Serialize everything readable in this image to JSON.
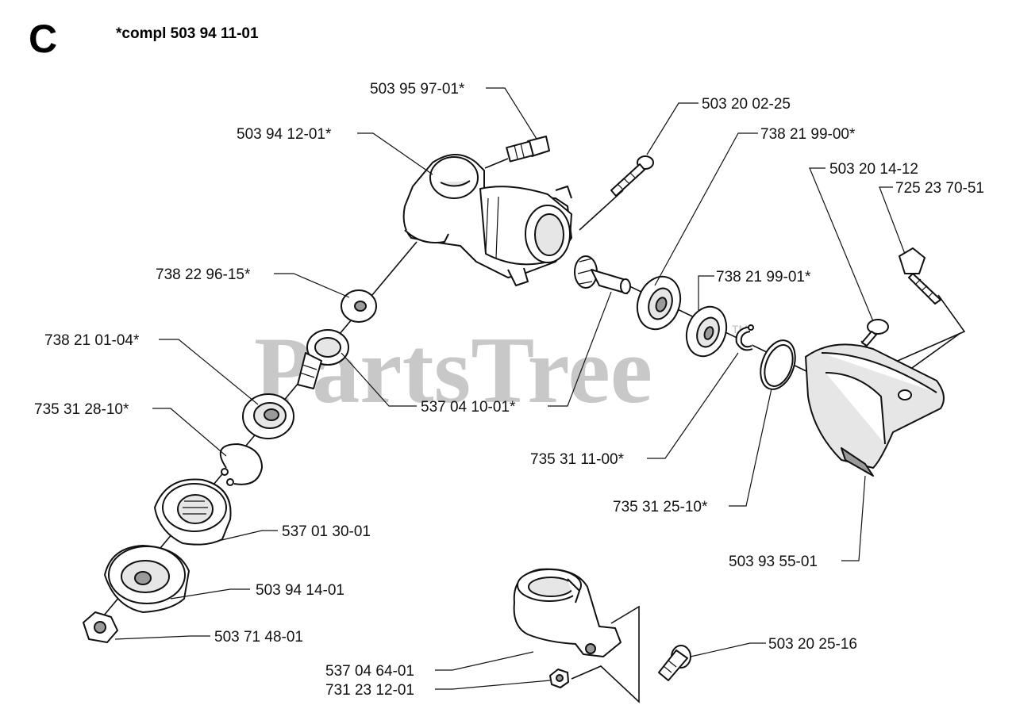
{
  "header": {
    "section": "C",
    "title": "*compl 503 94 11-01"
  },
  "watermark": {
    "text": "PartsTree",
    "trademark": "TM"
  },
  "parts": [
    {
      "id": "p01",
      "number": "503 95 97-01*"
    },
    {
      "id": "p02",
      "number": "503 20 02-25"
    },
    {
      "id": "p03",
      "number": "503 94 12-01*"
    },
    {
      "id": "p04",
      "number": "738 21 99-00*"
    },
    {
      "id": "p05",
      "number": "503 20 14-12"
    },
    {
      "id": "p06",
      "number": "725 23 70-51"
    },
    {
      "id": "p07",
      "number": "738 22 96-15*"
    },
    {
      "id": "p08",
      "number": "738 21 99-01*"
    },
    {
      "id": "p09",
      "number": "738 21 01-04*"
    },
    {
      "id": "p10",
      "number": "537 04 10-01*"
    },
    {
      "id": "p11",
      "number": "735 31 28-10*"
    },
    {
      "id": "p12",
      "number": "735 31 11-00*"
    },
    {
      "id": "p13",
      "number": "537 01 30-01"
    },
    {
      "id": "p14",
      "number": "735 31 25-10*"
    },
    {
      "id": "p15",
      "number": "503 93 55-01"
    },
    {
      "id": "p16",
      "number": "503 94 14-01"
    },
    {
      "id": "p17",
      "number": "503 71 48-01"
    },
    {
      "id": "p18",
      "number": "503 20 25-16"
    },
    {
      "id": "p19",
      "number": "537 04 64-01"
    },
    {
      "id": "p20",
      "number": "731 23 12-01"
    }
  ]
}
